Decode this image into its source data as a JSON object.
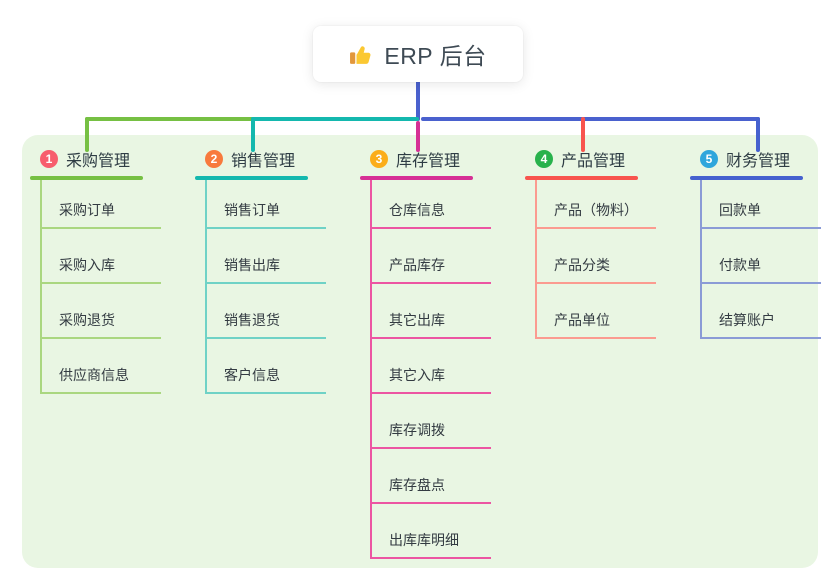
{
  "root": {
    "title": "ERP 后台",
    "icon": "thumbs-up-icon"
  },
  "colors": {
    "page_bg": "#ffffff",
    "panel_bg": "#e9f6e3",
    "root_card_bg": "#ffffff",
    "root_text": "#3e4a54",
    "root_connector": "#4a61ce",
    "title_text": "#2e3c44",
    "child_text": "#333b42",
    "thumb_hand": "#fbc832",
    "thumb_cuff": "#e2973b"
  },
  "branches": [
    {
      "index": "1",
      "title": "采购管理",
      "badge_color": "#f75d6d",
      "line_color": "#76c043",
      "child_line_color": "#aad780",
      "children": [
        "采购订单",
        "采购入库",
        "采购退货",
        "供应商信息"
      ]
    },
    {
      "index": "2",
      "title": "销售管理",
      "badge_color": "#f87a3d",
      "line_color": "#14b8ae",
      "child_line_color": "#6fd2c6",
      "children": [
        "销售订单",
        "销售出库",
        "销售退货",
        "客户信息"
      ]
    },
    {
      "index": "3",
      "title": "库存管理",
      "badge_color": "#fbad1a",
      "line_color": "#d63095",
      "child_line_color": "#ec55a2",
      "children": [
        "仓库信息",
        "产品库存",
        "其它出库",
        "其它入库",
        "库存调拨",
        "库存盘点",
        "出库库明细"
      ]
    },
    {
      "index": "4",
      "title": "产品管理",
      "badge_color": "#28b24c",
      "line_color": "#f8544e",
      "child_line_color": "#fb9b90",
      "children": [
        "产品（物料）",
        "产品分类",
        "产品单位"
      ]
    },
    {
      "index": "5",
      "title": "财务管理",
      "badge_color": "#2fa6dc",
      "line_color": "#4661cf",
      "child_line_color": "#8b9bd6",
      "children": [
        "回款单",
        "付款单",
        "结算账户"
      ]
    }
  ]
}
